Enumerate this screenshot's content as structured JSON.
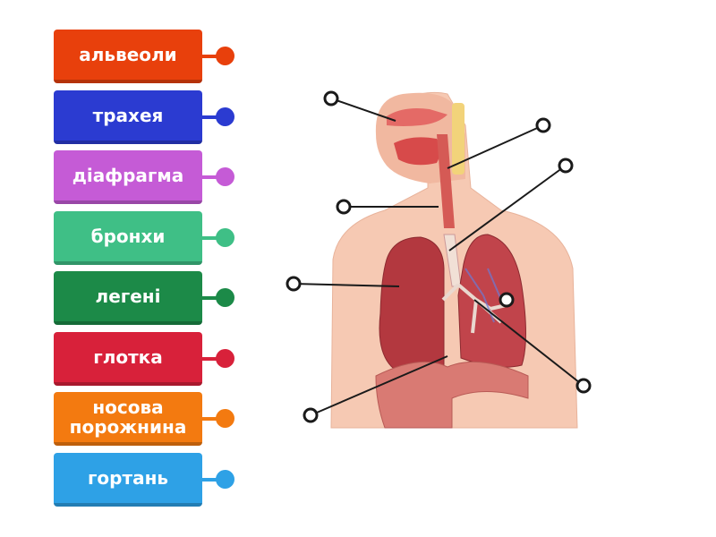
{
  "labels": [
    {
      "text": "альвеоли",
      "color": "#e8400c"
    },
    {
      "text": "трахея",
      "color": "#2b3bd1"
    },
    {
      "text": "діафрагма",
      "color": "#c55bd6"
    },
    {
      "text": "бронхи",
      "color": "#3fbf86"
    },
    {
      "text": "легені",
      "color": "#1c8a48"
    },
    {
      "text": "глотка",
      "color": "#d8213a"
    },
    {
      "text": "носова порожнина",
      "color": "#f37a10"
    },
    {
      "text": "гортань",
      "color": "#2ea1e6"
    }
  ],
  "targets_count": 8
}
